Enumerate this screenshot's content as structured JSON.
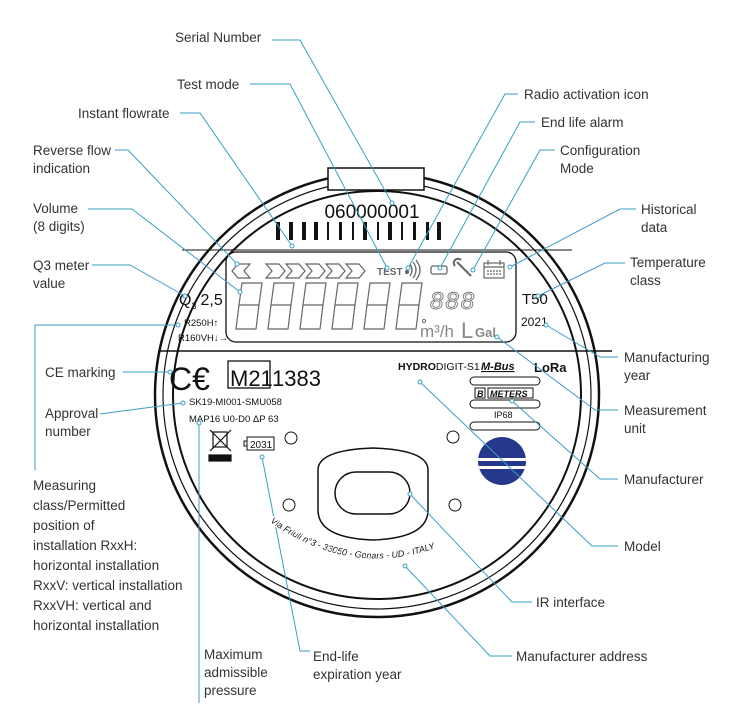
{
  "labels": {
    "serial_number": "Serial Number",
    "test_mode": "Test mode",
    "instant_flowrate": "Instant flowrate",
    "reverse_flow": [
      "Reverse flow",
      "indication"
    ],
    "volume": [
      "Volume",
      "(8 digits)"
    ],
    "q3_value": [
      "Q3 meter",
      "value"
    ],
    "ce_marking": "CE marking",
    "approval_number": [
      "Approval",
      "number"
    ],
    "measuring_class": [
      "Measuring",
      "class/Permitted",
      "position of",
      "installation RxxH:",
      "horizontal installation",
      "RxxV: vertical installation",
      "RxxVH: vertical and",
      "horizontal installation"
    ],
    "max_pressure": [
      "Maximum",
      "admissible",
      "pressure"
    ],
    "end_life_year": [
      "End-life",
      "expiration year"
    ],
    "manufacturer_address": "Manufacturer address",
    "ir_interface": "IR interface",
    "model": "Model",
    "manufacturer": "Manufacturer",
    "measurement_unit": [
      "Measurement",
      "unit"
    ],
    "manufacturing_year": [
      "Manufacturing",
      "year"
    ],
    "temperature_class": [
      "Temperature",
      "class"
    ],
    "historical_data": [
      "Historical",
      "data"
    ],
    "configuration_mode": [
      "Configuration",
      "Mode"
    ],
    "end_life_alarm": "End life alarm",
    "radio_activation": "Radio activation icon"
  },
  "meter": {
    "serial": "060000001",
    "test": "TEST",
    "q3": "Q",
    "q3_sub": "3",
    "q3_value": "2,5",
    "r_h": "R250H↑",
    "r_vh": "R160VH↓→",
    "temp_class": "T50",
    "year": "2021",
    "digits": "888",
    "unit_m3h": "m³/h",
    "unit_l": "L",
    "unit_gal": "Gal",
    "ce": "C€",
    "metrology": "M21",
    "notified_body": "1383",
    "approval": "SK19-MI001-SMU058",
    "pressure": "MAP16 U0-D0 ΔP 63",
    "end_life": "2031",
    "model_bold": "HYDRO",
    "model_rest": "DIGIT-S1",
    "mbus": "M-Bus",
    "lora": "LoRa",
    "brand_b": "B",
    "brand": "METERS",
    "ip": "IP68",
    "address": "Via Friuli n°3 - 33050 - Gonars - UD - ITALY"
  },
  "colors": {
    "leader": "#3b9fc4",
    "logo": "#26388a"
  }
}
